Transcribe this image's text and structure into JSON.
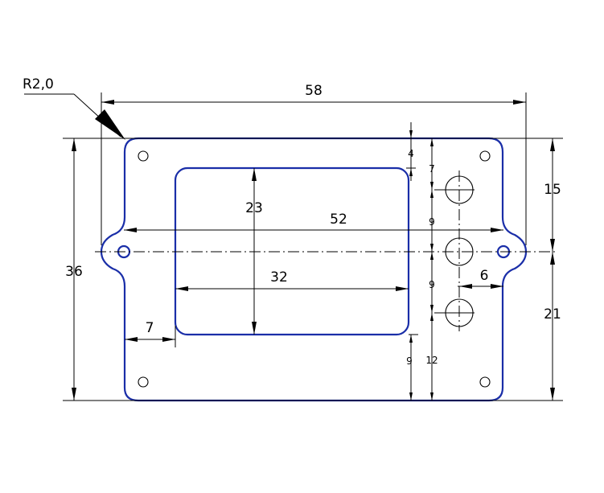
{
  "colors": {
    "outline": "#1a2ea8",
    "dimension": "#000000",
    "background": "#ffffff"
  },
  "labels": {
    "corner_radius": "R2,0",
    "overall_width": "58",
    "overall_height": "36",
    "mount_hole_span": "52",
    "window_width": "32",
    "window_height": "23",
    "window_offset_left": "7",
    "top_to_hole_axis": "15",
    "hole_axis_to_bottom": "21",
    "hole_offset": "6",
    "top_margin": "4",
    "upper_hole_pitch": "7",
    "hole_pitch_1": "9",
    "hole_pitch_2": "9",
    "window_bottom_margin": "9",
    "lower_hole_margin": "12"
  }
}
